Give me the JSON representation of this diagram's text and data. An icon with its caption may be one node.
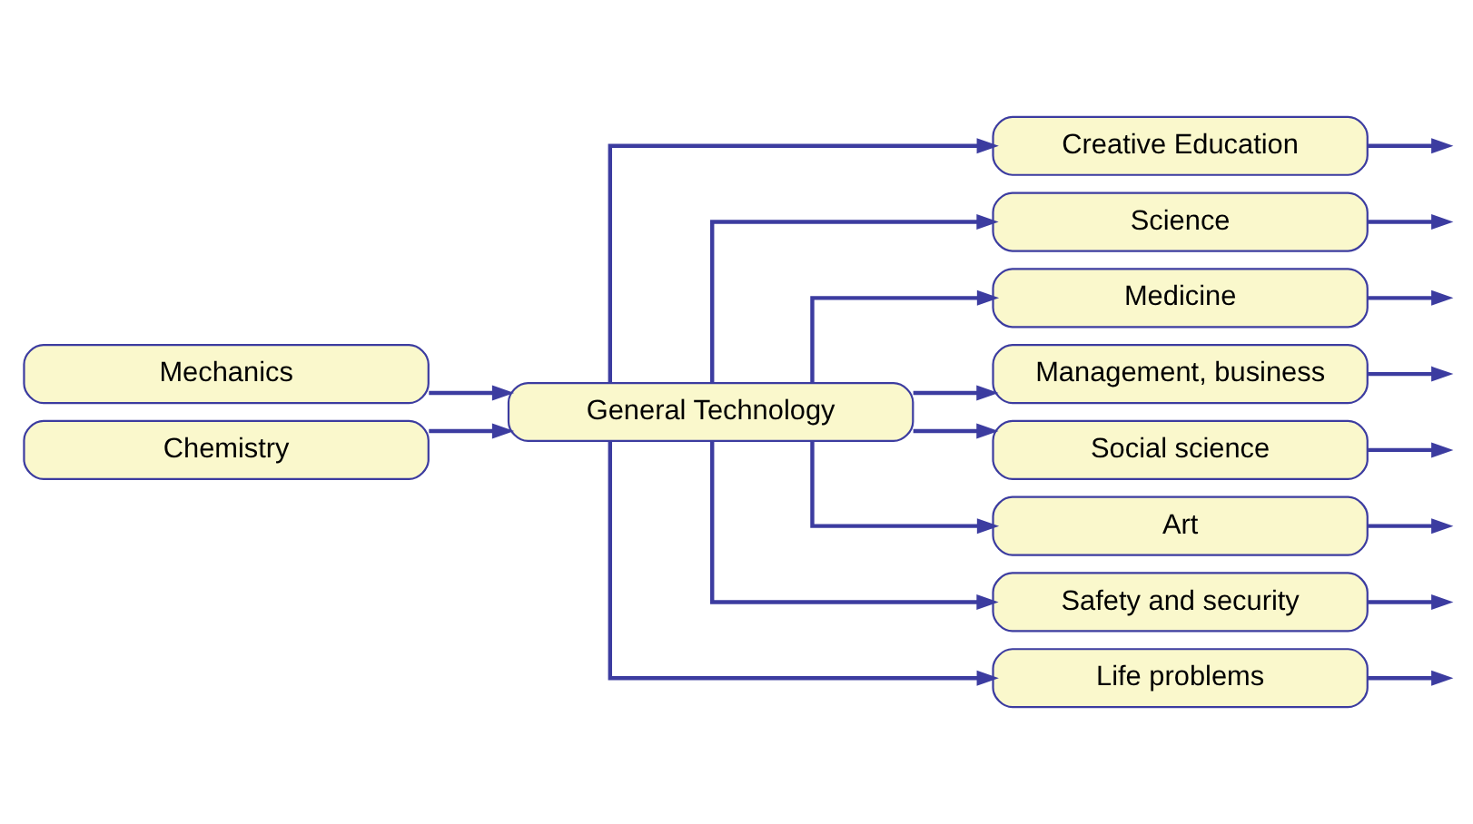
{
  "diagram": {
    "nodes": [
      {
        "text": [
          "Mechanics"
        ]
      },
      {
        "text": [
          "Chemistry"
        ]
      },
      {
        "text": [
          "General Technology"
        ]
      },
      {
        "text": [
          "Creative Education"
        ]
      },
      {
        "text": [
          "Science"
        ]
      },
      {
        "text": [
          "Medicine"
        ]
      },
      {
        "text": [
          "Management, business"
        ]
      },
      {
        "text": [
          "Social science"
        ]
      },
      {
        "text": [
          "Art"
        ]
      },
      {
        "text": [
          "Safety and security"
        ]
      },
      {
        "text": [
          "Life problems"
        ]
      }
    ],
    "edges": [
      {
        "from": 0,
        "to": 2,
        "arrow": "to"
      },
      {
        "from": 1,
        "to": 2,
        "arrow": "to"
      },
      {
        "from": 2,
        "to": 3,
        "arrow": "to"
      },
      {
        "from": 2,
        "to": 4,
        "arrow": "to"
      },
      {
        "from": 2,
        "to": 5,
        "arrow": "to"
      },
      {
        "from": 2,
        "to": 6,
        "arrow": "to"
      },
      {
        "from": 2,
        "to": 7,
        "arrow": "to"
      },
      {
        "from": 2,
        "to": 8,
        "arrow": "to"
      },
      {
        "from": 2,
        "to": 9,
        "arrow": "to"
      },
      {
        "from": 2,
        "to": 10,
        "arrow": "to"
      },
      {
        "from": 3,
        "to": null,
        "arrow": "to"
      },
      {
        "from": 4,
        "to": null,
        "arrow": "to"
      },
      {
        "from": 5,
        "to": null,
        "arrow": "to"
      },
      {
        "from": 6,
        "to": null,
        "arrow": "to"
      },
      {
        "from": 7,
        "to": null,
        "arrow": "to"
      },
      {
        "from": 8,
        "to": null,
        "arrow": "to"
      },
      {
        "from": 9,
        "to": null,
        "arrow": "to"
      },
      {
        "from": 10,
        "to": null,
        "arrow": "to"
      }
    ]
  }
}
